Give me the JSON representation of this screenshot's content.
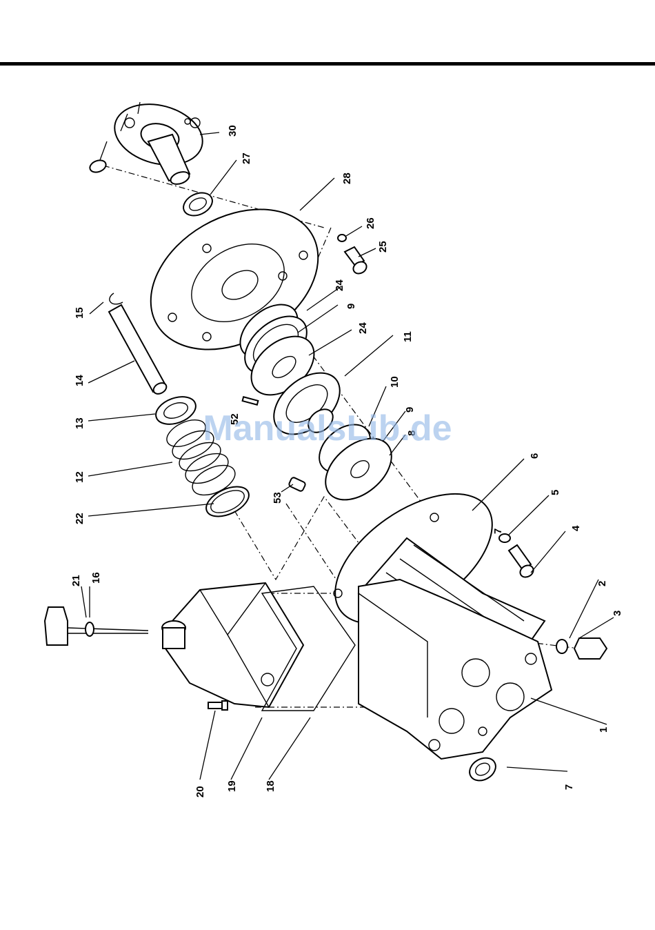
{
  "watermark": "ManualsLib.de",
  "callouts": [
    {
      "id": "c30",
      "text": "30"
    },
    {
      "id": "c27",
      "text": "27"
    },
    {
      "id": "c28",
      "text": "28"
    },
    {
      "id": "c26",
      "text": "26"
    },
    {
      "id": "c25",
      "text": "25"
    },
    {
      "id": "c24a",
      "text": "24"
    },
    {
      "id": "c9a",
      "text": "9"
    },
    {
      "id": "c24b",
      "text": "24"
    },
    {
      "id": "c11",
      "text": "11"
    },
    {
      "id": "c10",
      "text": "10"
    },
    {
      "id": "c9b",
      "text": "9"
    },
    {
      "id": "c8",
      "text": "8"
    },
    {
      "id": "c15",
      "text": "15"
    },
    {
      "id": "c14",
      "text": "14"
    },
    {
      "id": "c13",
      "text": "13"
    },
    {
      "id": "c52",
      "text": "52"
    },
    {
      "id": "c12",
      "text": "12"
    },
    {
      "id": "c22",
      "text": "22"
    },
    {
      "id": "c53",
      "text": "53"
    },
    {
      "id": "c6",
      "text": "6"
    },
    {
      "id": "c5",
      "text": "5"
    },
    {
      "id": "c7a",
      "text": "7"
    },
    {
      "id": "c4",
      "text": "4"
    },
    {
      "id": "c21",
      "text": "21"
    },
    {
      "id": "c16",
      "text": "16"
    },
    {
      "id": "c2",
      "text": "2"
    },
    {
      "id": "c3",
      "text": "3"
    },
    {
      "id": "c1",
      "text": "1"
    },
    {
      "id": "c20",
      "text": "20"
    },
    {
      "id": "c19",
      "text": "19"
    },
    {
      "id": "c18",
      "text": "18"
    },
    {
      "id": "c7b",
      "text": "7"
    }
  ]
}
